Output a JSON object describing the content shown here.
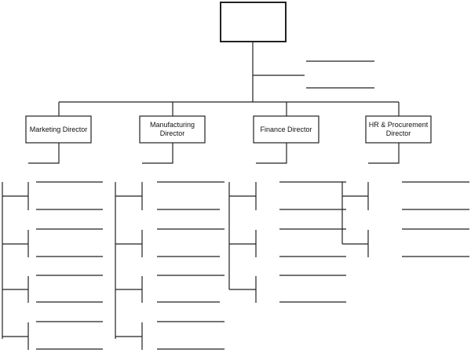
{
  "chart": {
    "root": {
      "label": ""
    },
    "directors": [
      {
        "id": "marketing",
        "label": "Marketing Director"
      },
      {
        "id": "manufacturing",
        "label": "Manufacturing Director"
      },
      {
        "id": "finance",
        "label": "Finance Director"
      },
      {
        "id": "hr",
        "label": "HR & Procurement Director"
      }
    ]
  },
  "colors": {
    "line": "#222222",
    "faint_line": "#bbbbbb",
    "background": "#ffffff"
  }
}
